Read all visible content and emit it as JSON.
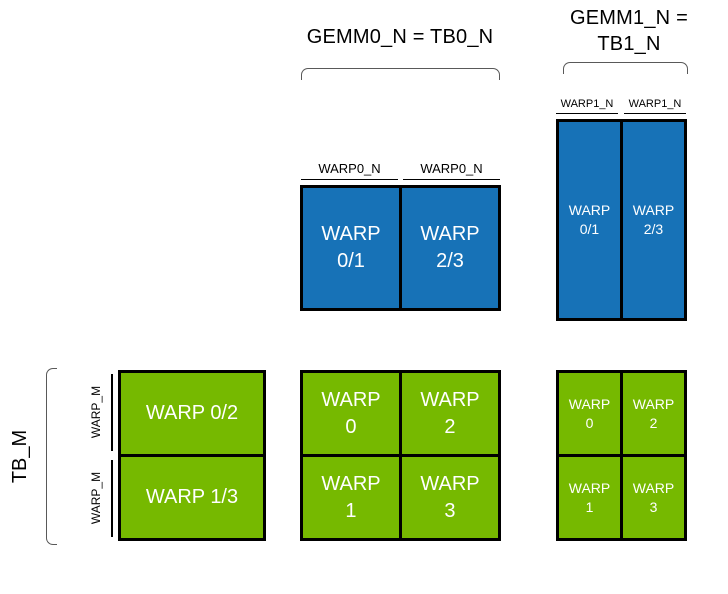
{
  "colors": {
    "blue": "#1772b7",
    "green": "#76b900"
  },
  "headers": {
    "gemm0": "GEMM0_N = TB0_N",
    "gemm1": "GEMM1_N =\nTB1_N"
  },
  "mid_blue": {
    "labels": [
      "WARP0_N",
      "WARP0_N"
    ],
    "cells": [
      "WARP\n0/1",
      "WARP\n2/3"
    ]
  },
  "right_blue": {
    "labels": [
      "WARP1_N",
      "WARP1_N"
    ],
    "cells": [
      "WARP\n0/1",
      "WARP\n2/3"
    ]
  },
  "left_green": {
    "tb_label": "TB_M",
    "row_labels": [
      "WARP_M",
      "WARP_M"
    ],
    "cells": [
      "WARP 0/2",
      "WARP 1/3"
    ]
  },
  "mid_green": {
    "cells": [
      "WARP\n0",
      "WARP\n2",
      "WARP\n1",
      "WARP\n3"
    ]
  },
  "right_green": {
    "cells": [
      "WARP\n0",
      "WARP\n2",
      "WARP\n1",
      "WARP\n3"
    ]
  }
}
